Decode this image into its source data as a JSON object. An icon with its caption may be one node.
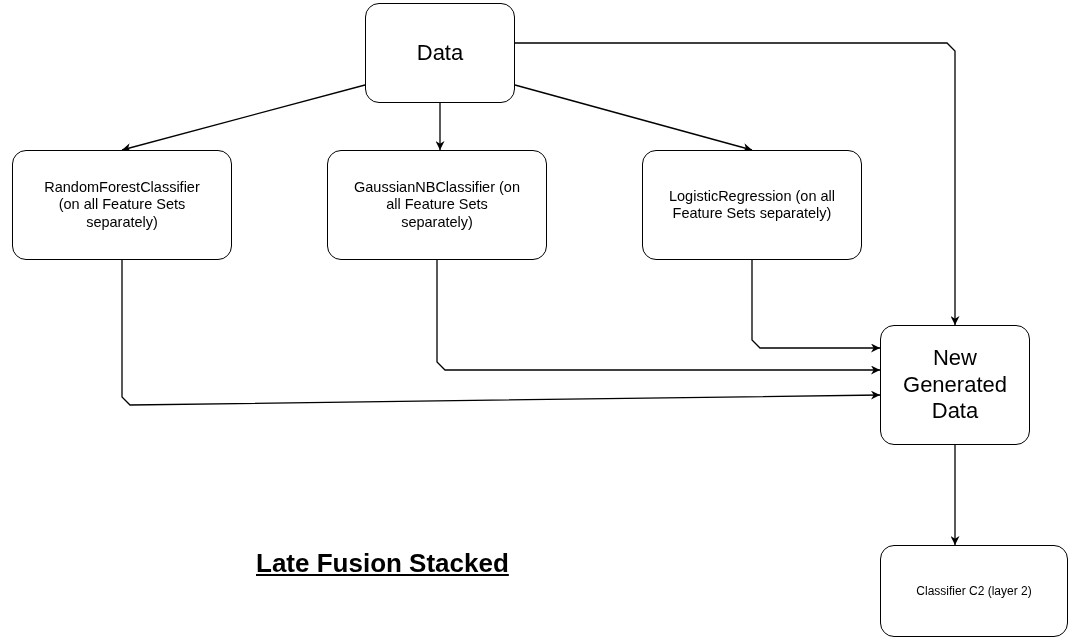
{
  "diagram": {
    "nodes": [
      {
        "text": [
          "Data"
        ]
      },
      {
        "text": [
          "RandomForestClassifier (on all Feature Sets separately)"
        ]
      },
      {
        "text": [
          "GaussianNBClassifier (on all Feature Sets separately)"
        ]
      },
      {
        "text": [
          "LogisticRegression (on all Feature Sets separately)"
        ]
      },
      {
        "text": [
          "New Generated Data"
        ]
      },
      {
        "text": [
          "Classifier C2 (layer 2)"
        ]
      }
    ],
    "edges": [
      {
        "from": 0,
        "to": 1,
        "arrow": "to"
      },
      {
        "from": 0,
        "to": 2,
        "arrow": "to"
      },
      {
        "from": 0,
        "to": 3,
        "arrow": "to"
      },
      {
        "from": 0,
        "to": 4,
        "arrow": "to"
      },
      {
        "from": 3,
        "to": 4,
        "arrow": "to"
      },
      {
        "from": 2,
        "to": 4,
        "arrow": "to"
      },
      {
        "from": 1,
        "to": 4,
        "arrow": "to"
      },
      {
        "from": 4,
        "to": 5,
        "arrow": "to"
      }
    ],
    "title": "Late Fusion Stacked"
  }
}
